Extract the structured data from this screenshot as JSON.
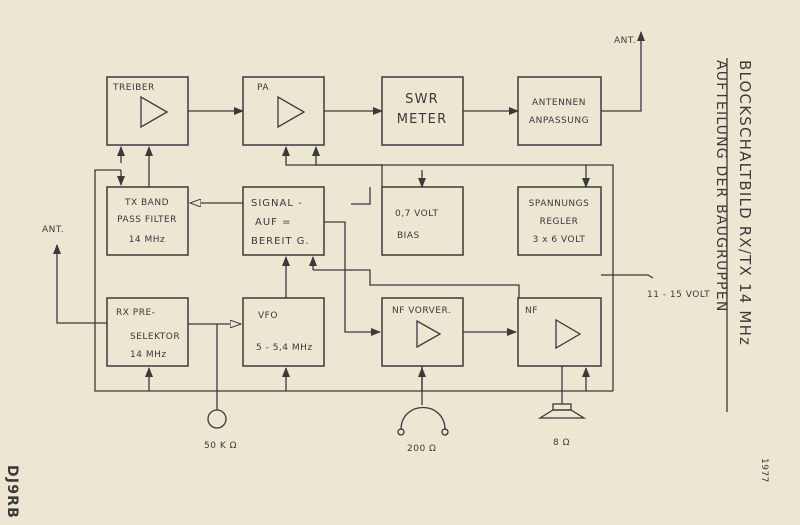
{
  "title": "BLOCKSCHALTBILD RX/TX 14 MHz",
  "subtitle": "AUFTEILUNG DER BAUGRUPPEN",
  "callsign": "DJ9RB",
  "year": "1977",
  "blocks": {
    "treiber": "TREIBER",
    "pa": "PA",
    "swr": [
      "SWR",
      "METER"
    ],
    "antennen": [
      "ANTENNEN",
      "ANPASSUNG"
    ],
    "tx_bandpass": [
      "TX BAND",
      "PASS FILTER",
      "14 MHz"
    ],
    "signal": [
      "SIGNAL -",
      "AUF =",
      "BEREIT G."
    ],
    "bias": [
      "0,7 VOLT",
      "BIAS"
    ],
    "regler": [
      "SPANNUNGS",
      "REGLER",
      "3 x 6 VOLT"
    ],
    "rx_pre": [
      "RX PRE-",
      "SELEKTOR",
      "14 MHz"
    ],
    "vfo": [
      "VFO",
      "5 - 5,4 MHz"
    ],
    "nf_vorver": "NF VORVER.",
    "nf": "NF"
  },
  "ant_top": "ANT.",
  "ant_left": "ANT.",
  "supply": "11 - 15 VOLT",
  "mic_label": "50 K Ω",
  "headphone_label": "200 Ω",
  "speaker_label": "8 Ω",
  "colors": {
    "paper": "#ede6d3",
    "ink": "#3a3a3a"
  }
}
